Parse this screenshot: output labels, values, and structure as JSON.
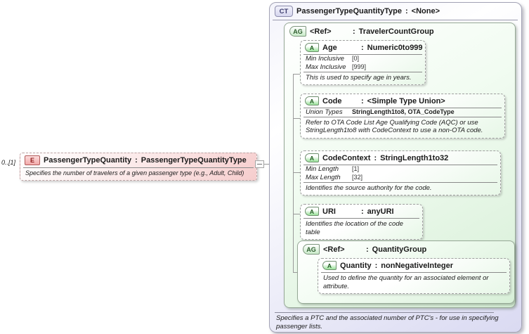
{
  "sep": ":",
  "element": {
    "cardinality": "0..[1]",
    "badge": "E",
    "name": "PassengerTypeQuantity",
    "type": "PassengerTypeQuantityType",
    "annotation": "Specifies the number of travelers of a given passenger type (e.g., Adult, Child)"
  },
  "complex_type": {
    "badge": "CT",
    "name": "PassengerTypeQuantityType",
    "type": "<None>",
    "annotation": "Specifies a PTC and the associated number of PTC's - for use in specifying passenger lists.",
    "group": {
      "badge": "AG",
      "name": "<Ref>",
      "type": "TravelerCountGroup",
      "attributes": {
        "age": {
          "badge": "A",
          "name": "Age",
          "type": "Numeric0to999",
          "facets": [
            {
              "label": "Min Inclusive",
              "value": "[0]"
            },
            {
              "label": "Max Inclusive",
              "value": "[999]"
            }
          ],
          "annotation": "This is used to specify age in years."
        },
        "code": {
          "badge": "A",
          "name": "Code",
          "type": "<Simple Type Union>",
          "facets": [
            {
              "label": "Union Types",
              "value": "StringLength1to8, OTA_CodeType"
            }
          ],
          "annotation": "Refer to OTA Code List Age Qualifying Code (AQC) or use StringLength1to8 with CodeContext to use a non-OTA code."
        },
        "code_context": {
          "badge": "A",
          "name": "CodeContext",
          "type": "StringLength1to32",
          "facets": [
            {
              "label": "Min Length",
              "value": "[1]"
            },
            {
              "label": "Max Length",
              "value": "[32]"
            }
          ],
          "annotation": "Identifies the source authority for the code."
        },
        "uri": {
          "badge": "A",
          "name": "URI",
          "type": "anyURI",
          "annotation": "Identifies the location of the code table"
        }
      },
      "quantity_group": {
        "badge": "AG",
        "name": "<Ref>",
        "type": "QuantityGroup",
        "quantity": {
          "badge": "A",
          "name": "Quantity",
          "type": "nonNegativeInteger",
          "annotation": "Used to define the quantity for an associated element or attribute."
        }
      }
    }
  },
  "colors": {
    "element_pink": "#f6cdcd",
    "group_green": "#d7efd7",
    "complextype_lavender": "#dadaf2",
    "badge_red_text": "#8f1d1d",
    "badge_green_text": "#2d5e2d",
    "badge_blue_text": "#3c3c6e"
  }
}
